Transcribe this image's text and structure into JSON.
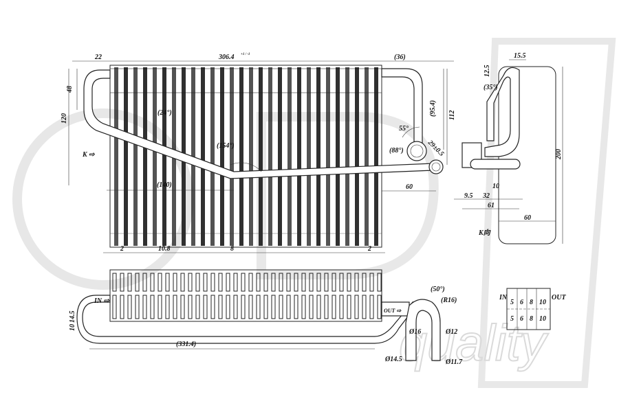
{
  "watermark": {
    "brand": "DPI",
    "word": "quality"
  },
  "front_view": {
    "dims": [
      "22",
      "306.4",
      "+1 / -1",
      "(36)",
      "48",
      "120",
      "(24°)",
      "(154°)",
      "(140)",
      "K ⇨",
      "55°",
      "(88°)",
      "(95.4)",
      "112",
      "29±0.5",
      "60",
      "2",
      "10.8",
      "8",
      "2"
    ]
  },
  "side_view": {
    "dims": [
      "15.5",
      "12.5",
      "(35°)",
      "200",
      "10",
      "9.5",
      "32",
      "61",
      "60",
      "K向"
    ]
  },
  "bottom_view": {
    "dims": [
      "IN ⇨",
      "OUT ⇨",
      "(50°)",
      "(R16)",
      "14.5",
      "10",
      "(331.4)",
      "Ø16",
      "Ø12",
      "Ø14.5",
      "Ø11.7"
    ]
  },
  "pass_table": {
    "in_label": "IN",
    "out_label": "OUT",
    "rows": [
      [
        "5",
        "6",
        "8",
        "10"
      ],
      [
        "5",
        "6",
        "8",
        "10"
      ]
    ]
  }
}
